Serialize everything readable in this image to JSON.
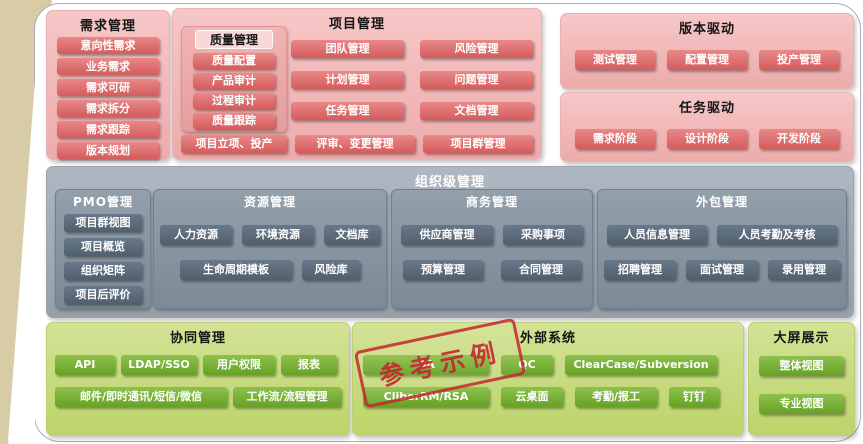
{
  "colors": {
    "pink_container": "#f3b9b9",
    "pink_item": "#d96060",
    "gray_container": "#9ba5af",
    "gray_box": "#86939f",
    "gray_item": "#57656f",
    "green_container": "#c6d97b",
    "green_item": "#6fa82c",
    "stamp_red": "#c4262e",
    "page_edge_beige": "#d8cca6"
  },
  "stamp": {
    "text": "参考示例"
  },
  "sections": {
    "requirements": {
      "title": "需求管理",
      "items": [
        "意向性需求",
        "业务需求",
        "需求可研",
        "需求拆分",
        "需求跟踪",
        "版本规划"
      ]
    },
    "project": {
      "title": "项目管理",
      "quality": {
        "title": "质量管理",
        "items": [
          "质量配置",
          "产品审计",
          "过程审计",
          "质量跟踪"
        ]
      },
      "grid_items": [
        "团队管理",
        "风险管理",
        "计划管理",
        "问题管理",
        "任务管理",
        "文档管理"
      ],
      "bottom_items": [
        "项目立项、投产",
        "评审、变更管理",
        "项目群管理"
      ]
    },
    "version_driven": {
      "title": "版本驱动",
      "items": [
        "测试管理",
        "配置管理",
        "投产管理"
      ]
    },
    "task_driven": {
      "title": "任务驱动",
      "items": [
        "需求阶段",
        "设计阶段",
        "开发阶段"
      ]
    },
    "org": {
      "title": "组织级管理",
      "pmo": {
        "title": "PMO管理",
        "items": [
          "项目群视图",
          "项目概览",
          "组织矩阵",
          "项目后评价"
        ]
      },
      "resource": {
        "title": "资源管理",
        "row1": [
          "人力资源",
          "环境资源",
          "文档库"
        ],
        "row2": [
          "生命周期模板",
          "风险库"
        ]
      },
      "business": {
        "title": "商务管理",
        "row1": [
          "供应商管理",
          "采购事项"
        ],
        "row2": [
          "预算管理",
          "合同管理"
        ]
      },
      "outsource": {
        "title": "外包管理",
        "row1": [
          "人员信息管理",
          "人员考勤及考核"
        ],
        "row2": [
          "招聘管理",
          "面试管理",
          "录用管理"
        ]
      }
    },
    "collaboration": {
      "title": "协同管理",
      "row1": [
        "API",
        "LDAP/SSO",
        "用户权限",
        "报表"
      ],
      "row2": [
        "邮件/即时通讯/短信/微信",
        "工作流/流程管理"
      ]
    },
    "external": {
      "title": "外部系统",
      "row1": [
        "OA",
        "QC",
        "ClearCase/Subversion"
      ],
      "row2": [
        "CliberRM/RSA",
        "云桌面",
        "考勤/报工",
        "钉钉"
      ]
    },
    "big_screen": {
      "title": "大屏展示",
      "items": [
        "整体视图",
        "专业视图"
      ]
    }
  }
}
